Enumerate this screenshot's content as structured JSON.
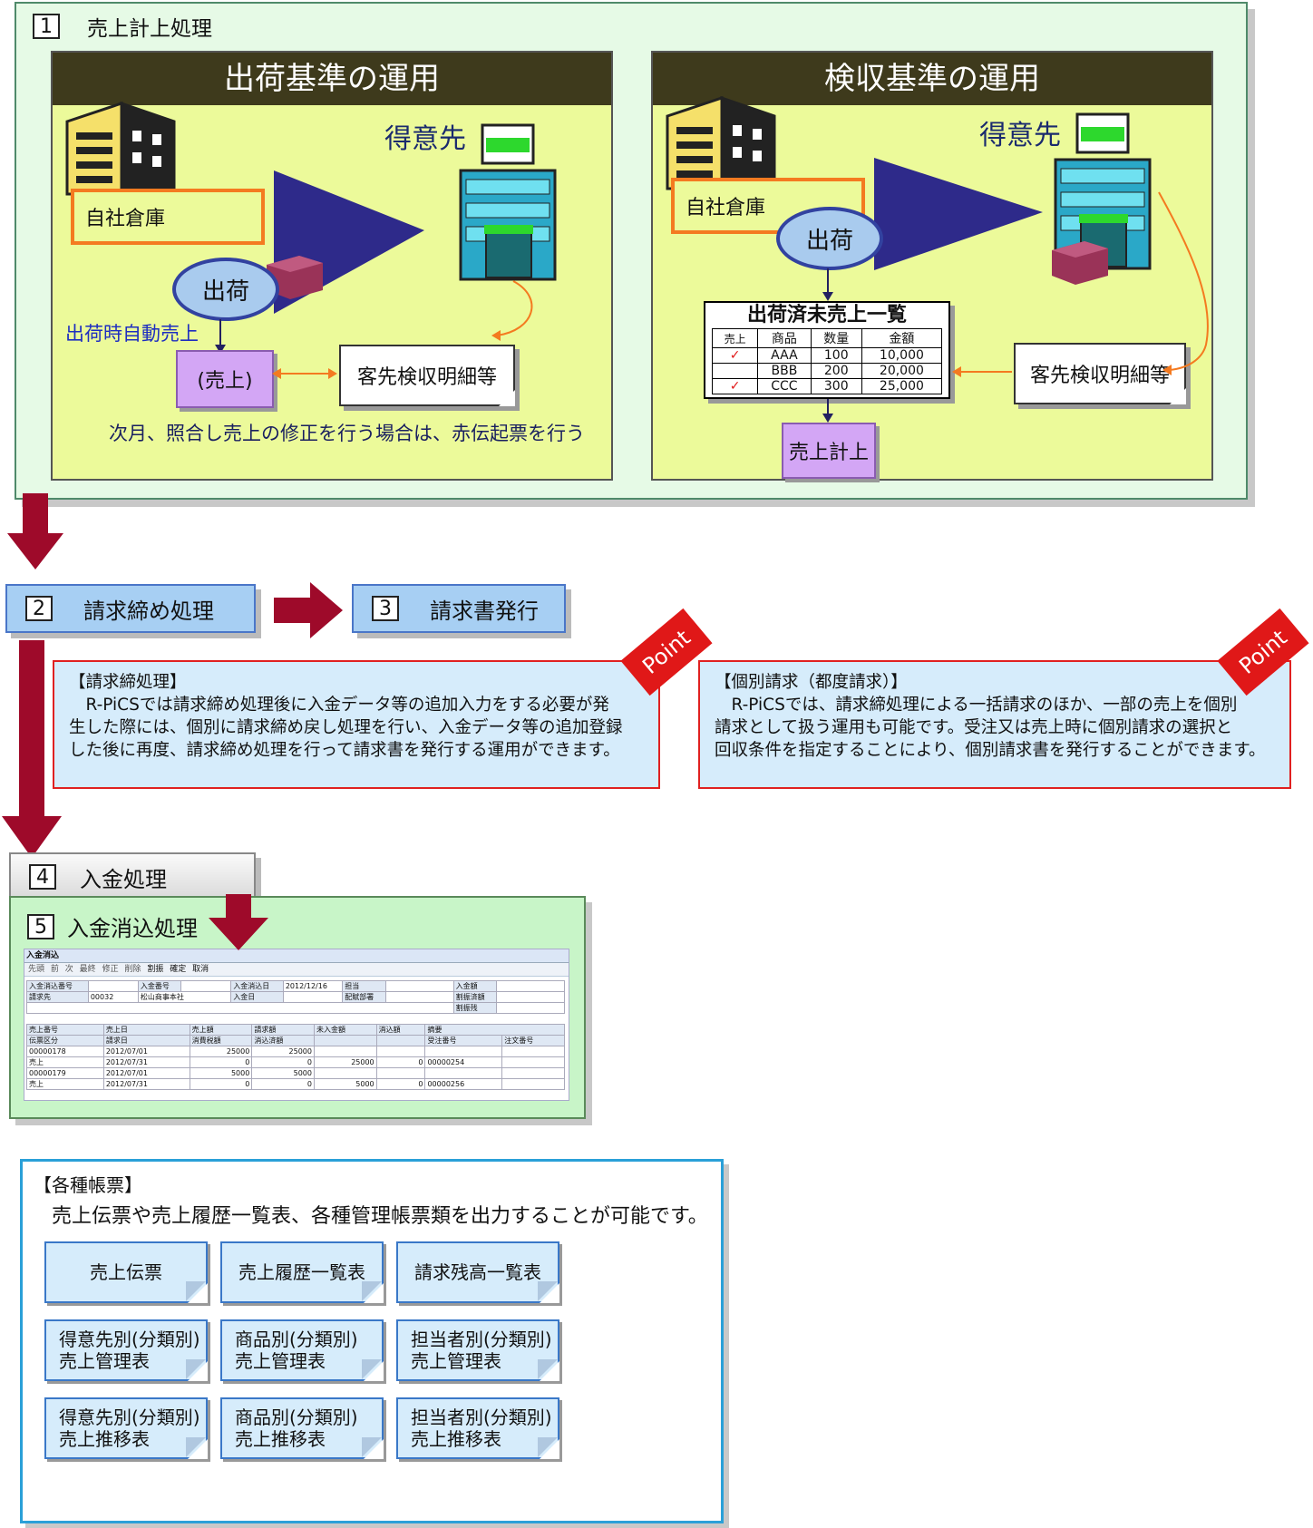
{
  "section1": {
    "num": "1",
    "title": "売上計上処理",
    "left": {
      "header": "出荷基準の運用",
      "customer": "得意先",
      "warehouse": "自社倉庫",
      "ship": "出荷",
      "auto_sales": "出荷時自動売上",
      "sales_paren": "(売上)",
      "inspection": "客先検収明細等",
      "footnote": "次月、照合し売上の修正を行う場合は、赤伝起票を行う"
    },
    "right": {
      "header": "検収基準の運用",
      "customer": "得意先",
      "warehouse": "自社倉庫",
      "ship": "出荷",
      "list_title": "出荷済未売上一覧",
      "list_headers": [
        "売上",
        "商品",
        "数量",
        "金額"
      ],
      "list_rows": [
        {
          "check": "✓",
          "item": "AAA",
          "qty": "100",
          "amount": "10,000"
        },
        {
          "check": "",
          "item": "BBB",
          "qty": "200",
          "amount": "20,000"
        },
        {
          "check": "✓",
          "item": "CCC",
          "qty": "300",
          "amount": "25,000"
        }
      ],
      "inspection": "客先検収明細等",
      "sales_record": "売上計上"
    }
  },
  "section2": {
    "num": "2",
    "title": "請求締め処理"
  },
  "section3": {
    "num": "3",
    "title": "請求書発行"
  },
  "note_left": {
    "badge": "Point",
    "title": "【請求締処理】",
    "lines": [
      "　R-PiCSでは請求締め処理後に入金データ等の追加入力をする必要が発",
      "生した際には、個別に請求締め戻し処理を行い、入金データ等の追加登録",
      "した後に再度、請求締め処理を行って請求書を発行する運用ができます。"
    ]
  },
  "note_right": {
    "badge": "Point",
    "title": "【個別請求（都度請求）】",
    "lines": [
      "　R-PiCSでは、請求締処理による一括請求のほか、一部の売上を個別",
      "請求として扱う運用も可能です。受注又は売上時に個別請求の選択と",
      "回収条件を指定することにより、個別請求書を発行することができます。"
    ]
  },
  "section4": {
    "num": "4",
    "title": "入金処理"
  },
  "section5": {
    "num": "5",
    "title": "入金消込処理",
    "screen": {
      "window_title": "入金消込",
      "toolbar": [
        "先頭",
        "前",
        "次",
        "最終",
        "修正",
        "削除",
        "割振",
        "確定",
        "取消"
      ],
      "f_payment_no_label": "入金消込番号",
      "f_receipt_no_label": "入金番号",
      "f_date_label": "入金消込日",
      "f_date_value": "2012/12/16",
      "f_staff_label": "担当",
      "f_billing_label": "請求先",
      "f_billing_code": "00032",
      "f_billing_name": "松山商事本社",
      "f_receipt_date_label": "入金日",
      "f_dept_label": "配賦部署",
      "f_amount_label": "入金額",
      "f_alloc_label": "割振済額",
      "f_remain_label": "割振残",
      "col_headers": [
        "売上番号",
        "売上日",
        "売上額",
        "請求額",
        "未入金額",
        "消込額",
        "摘要"
      ],
      "col_headers2": [
        "伝票区分",
        "請求日",
        "消費税額",
        "消込済額",
        "",
        "",
        "受注番号",
        "注文番号"
      ],
      "rows": [
        {
          "a": "00000178",
          "b": "2012/07/01",
          "c": "25000",
          "d": "25000",
          "e": "",
          "f": "",
          "g": ""
        },
        {
          "a": "売上",
          "b": "2012/07/31",
          "c": "0",
          "d": "0",
          "e": "25000",
          "f": "0",
          "g": "00000254"
        },
        {
          "a": "00000179",
          "b": "2012/07/01",
          "c": "5000",
          "d": "5000",
          "e": "",
          "f": "",
          "g": ""
        },
        {
          "a": "売上",
          "b": "2012/07/31",
          "c": "0",
          "d": "0",
          "e": "5000",
          "f": "0",
          "g": "00000256"
        }
      ]
    }
  },
  "reports": {
    "title": "【各種帳票】",
    "desc": "売上伝票や売上履歴一覧表、各種管理帳票類を出力することが可能です。",
    "items": [
      [
        "売上伝票"
      ],
      [
        "売上履歴一覧表"
      ],
      [
        "請求残高一覧表"
      ],
      [
        "得意先別(分類別)",
        "売上管理表"
      ],
      [
        "商品別(分類別)",
        "売上管理表"
      ],
      [
        "担当者別(分類別)",
        "売上管理表"
      ],
      [
        "得意先別(分類別)",
        "売上推移表"
      ],
      [
        "商品別(分類別)",
        "売上推移表"
      ],
      [
        "担当者別(分類別)",
        "売上推移表"
      ]
    ]
  }
}
